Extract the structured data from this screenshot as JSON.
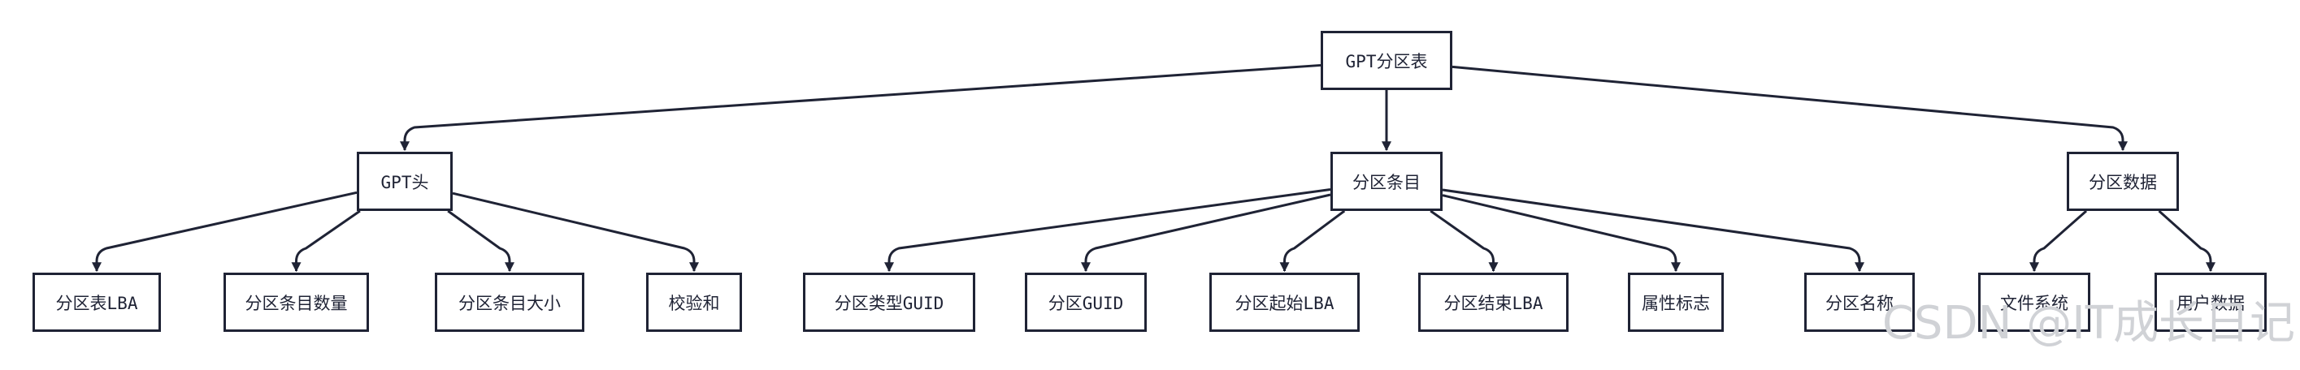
{
  "colors": {
    "stroke": "#1f2335",
    "watermark": "#d0d2d6"
  },
  "tree": {
    "root": "GPT分区表",
    "l1": [
      "GPT头",
      "分区条目",
      "分区数据"
    ],
    "header_children": [
      "分区表LBA",
      "分区条目数量",
      "分区条目大小",
      "校验和"
    ],
    "entry_children": [
      "分区类型GUID",
      "分区GUID",
      "分区起始LBA",
      "分区结束LBA",
      "属性标志",
      "分区名称"
    ],
    "data_children": [
      "文件系统",
      "用户数据"
    ]
  },
  "watermark": "CSDN @IT成长日记"
}
